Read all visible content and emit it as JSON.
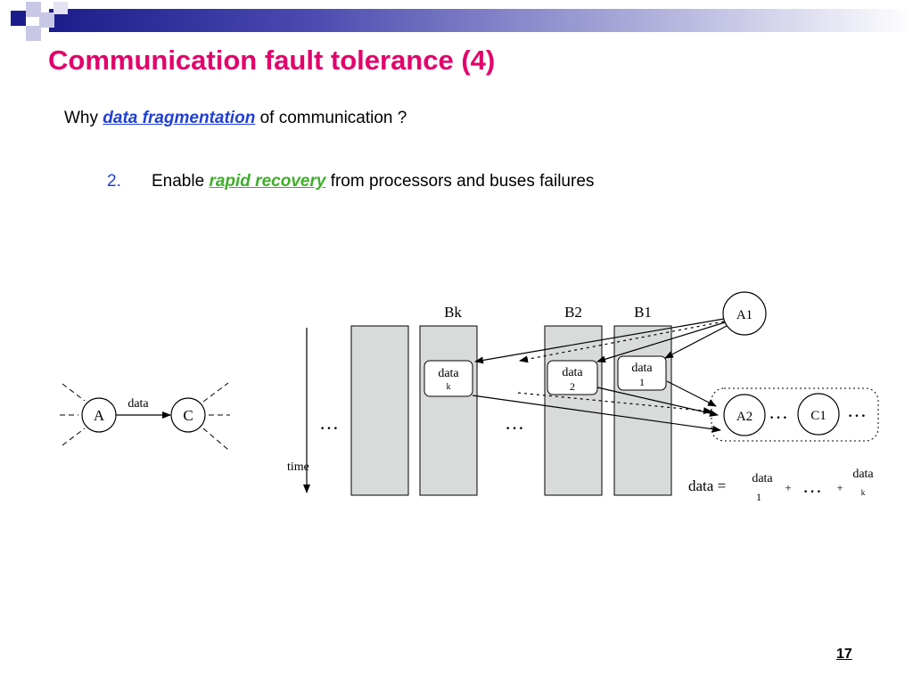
{
  "title": "Communication fault tolerance (4)",
  "question": {
    "prefix": "Why ",
    "highlight": "data fragmentation",
    "suffix": " of communication ?"
  },
  "point": {
    "number": "2.",
    "prefix": "Enable ",
    "highlight": "rapid recovery",
    "suffix": " from processors and buses failures"
  },
  "diagram_left": {
    "node_a": "A",
    "node_c": "C",
    "edge_label": "data"
  },
  "diagram_right": {
    "time_label": "time",
    "bus_bk": "Bk",
    "bus_b2": "B2",
    "bus_b1": "B1",
    "node_a1": "A1",
    "node_a2": "A2",
    "node_c1": "C1",
    "frag_k_label": "data",
    "frag_k_sub": "k",
    "frag_2_label": "data",
    "frag_2_sub": "2",
    "frag_1_label": "data",
    "frag_1_sub": "1",
    "ellipsis": "…",
    "eq_lhs": "data =",
    "eq_term1": "data",
    "eq_term1_sub": "1",
    "eq_plus": "+",
    "eq_termk": "data",
    "eq_termk_sub": "k"
  },
  "page_number": "17",
  "colors": {
    "title": "#e3006b",
    "highlight_blue": "#1f3fd6",
    "highlight_green": "#3fae2a",
    "bus_fill": "#d9dbdb"
  }
}
